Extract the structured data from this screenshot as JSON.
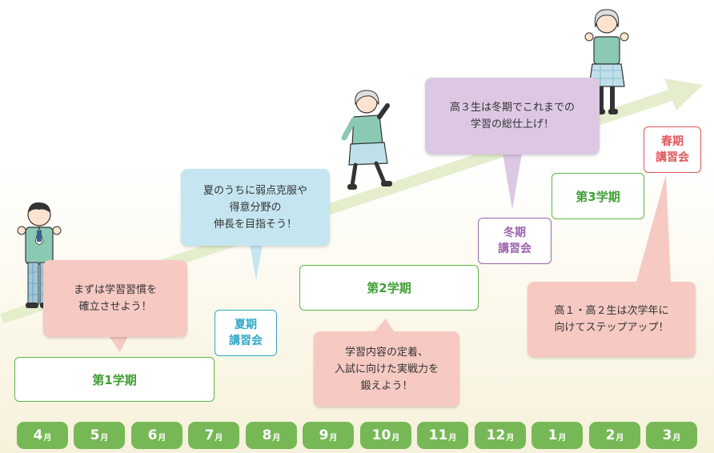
{
  "colors": {
    "green": "#5cb848",
    "month_bg": "#77b856",
    "pink": "#f6c9c3",
    "blue": "#c5e6f0",
    "lavender": "#ddc8e3",
    "summer": "#33a9c6",
    "winter": "#9b65ad",
    "spring": "#e0585c"
  },
  "terms": [
    {
      "label": "第1学期"
    },
    {
      "label": "第2学期"
    },
    {
      "label": "第3学期"
    }
  ],
  "courses": [
    {
      "line1": "夏期",
      "line2": "講習会"
    },
    {
      "line1": "冬期",
      "line2": "講習会"
    },
    {
      "line1": "春期",
      "line2": "講習会"
    }
  ],
  "bubbles": {
    "first_term": [
      "まずは学習習慣を",
      "確立させよう！"
    ],
    "summer": [
      "夏のうちに弱点克服や",
      "得意分野の",
      "伸長を目指そう！"
    ],
    "second_term": [
      "学習内容の定着、",
      "入試に向けた実戦力を",
      "鍛えよう！"
    ],
    "winter": [
      "高３生は冬期でこれまでの",
      "学習の総仕上げ！"
    ],
    "spring": [
      "高１・高２生は次学年に",
      "向けてステップアップ！"
    ]
  },
  "months": [
    {
      "num": "4",
      "unit": "月"
    },
    {
      "num": "5",
      "unit": "月"
    },
    {
      "num": "6",
      "unit": "月"
    },
    {
      "num": "7",
      "unit": "月"
    },
    {
      "num": "8",
      "unit": "月"
    },
    {
      "num": "9",
      "unit": "月"
    },
    {
      "num": "10",
      "unit": "月"
    },
    {
      "num": "11",
      "unit": "月"
    },
    {
      "num": "12",
      "unit": "月"
    },
    {
      "num": "1",
      "unit": "月"
    },
    {
      "num": "2",
      "unit": "月"
    },
    {
      "num": "3",
      "unit": "月"
    }
  ]
}
